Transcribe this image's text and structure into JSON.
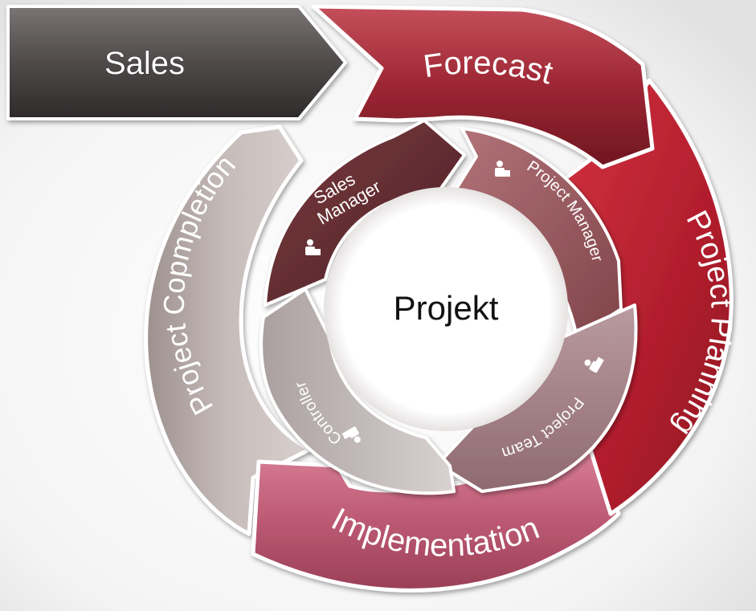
{
  "diagram": {
    "center_label": "Projekt",
    "outer_cycle": [
      {
        "id": "sales",
        "label": "Sales",
        "color": "#4a4545"
      },
      {
        "id": "forecast",
        "label": "Forecast",
        "color": "#8e1f2c"
      },
      {
        "id": "project-planning",
        "label": "Project Planning",
        "color": "#a81a2a"
      },
      {
        "id": "implementation",
        "label": "Implementation",
        "color": "#b8536f"
      },
      {
        "id": "project-completion",
        "label": "Project Copmpletion",
        "color": "#bdb2b0"
      }
    ],
    "inner_roles": [
      {
        "id": "sales-manager",
        "label_line1": "Sales",
        "label_line2": "Manager",
        "color": "#5e2d30"
      },
      {
        "id": "project-manager",
        "label": "Project Manager",
        "color": "#93595f"
      },
      {
        "id": "project-team",
        "label": "Project Team",
        "color": "#a78489"
      },
      {
        "id": "controller",
        "label": "Controller",
        "color": "#c9c2c1"
      }
    ]
  }
}
